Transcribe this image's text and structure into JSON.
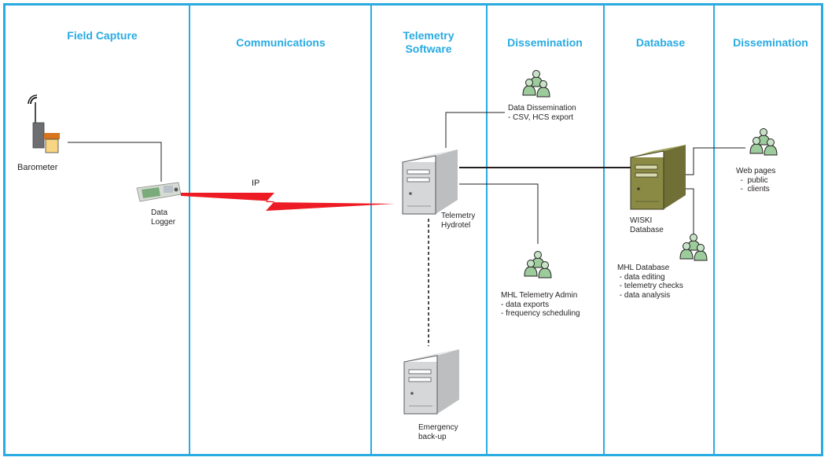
{
  "columns": [
    {
      "title": "Field Capture"
    },
    {
      "title": "Communications"
    },
    {
      "title": "Telemetry Software"
    },
    {
      "title": "Dissemination"
    },
    {
      "title": "Database"
    },
    {
      "title": "Dissemination"
    }
  ],
  "labels": {
    "barometer": "Barometer",
    "data_logger": "Data\nLogger",
    "ip": "IP",
    "telemetry_hydrotel": "Telemetry\nHydrotel",
    "data_dissemination": "Data Dissemination\n- CSV, HCS export",
    "mhl_telemetry_admin": "MHL Telemetry Admin\n- data exports\n- frequency scheduling",
    "emergency_backup": "Emergency\nback-up",
    "wiski_database": "WISKI\nDatabase",
    "mhl_database": "MHL Database\n - data editing\n - telemetry checks\n - data analysis",
    "web_pages": "Web pages\n  -  public\n  -  clients"
  },
  "icons": {
    "barometer": "barometer-icon",
    "data_logger": "data-logger-icon",
    "server": "server-icon",
    "database_server": "database-server-icon",
    "users": "user-group-icon"
  },
  "colors": {
    "accent": "#29abe2",
    "ip_link": "#ed1c24",
    "server": "#d6d7d8",
    "database": "#8a8a45"
  }
}
